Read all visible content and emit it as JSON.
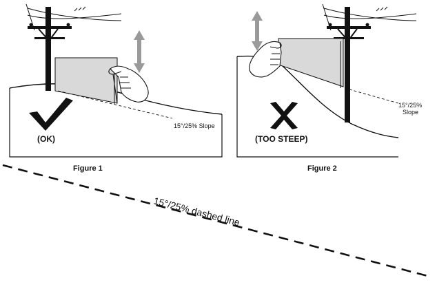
{
  "figure1": {
    "caption": "Figure 1",
    "verdict": "(OK)",
    "slope_label": "15°/25% Slope"
  },
  "figure2": {
    "caption": "Figure 2",
    "verdict": "(TOO STEEP)",
    "slope_label_line1": "15°/25%",
    "slope_label_line2": "Slope"
  },
  "guide_line": {
    "label": "15°/25% dashed line"
  },
  "colors": {
    "ink": "#111111",
    "panel_gray": "#d9d9d9",
    "arrow_gray": "#9a9a9a"
  },
  "icons": {
    "ok_mark": "checkmark-icon",
    "bad_mark": "x-mark-icon",
    "move_arrow": "double-arrow-vertical-icon"
  }
}
